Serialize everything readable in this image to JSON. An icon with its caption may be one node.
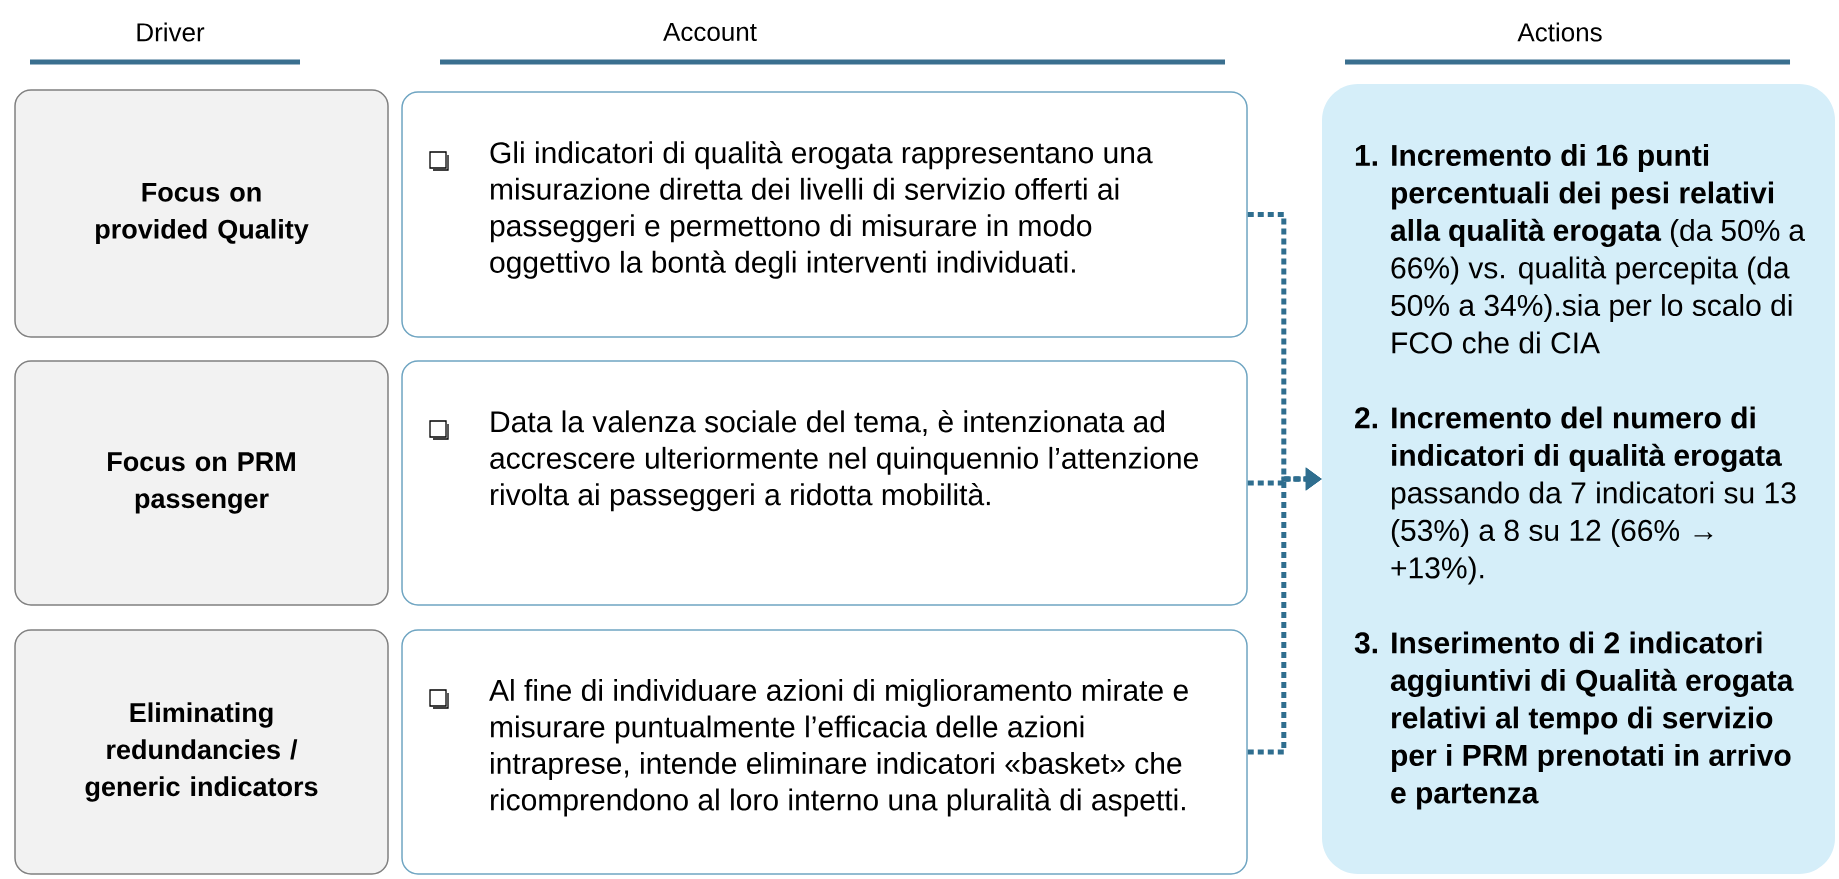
{
  "diagram": {
    "nodes": [
      {
        "text": [
          "Focus on provided Quality"
        ]
      },
      {
        "text": [
          "Focus on PRM passenger"
        ]
      },
      {
        "text": [
          "Eliminating redundancies / generic indicators"
        ]
      },
      {
        "text": [
          "Gli indicatori di qualità erogata rappresentano una misurazione diretta dei livelli di servizio offerti ai passeggeri e permettono di misurare in modo oggettivo la bontà degli interventi individuati."
        ]
      },
      {
        "text": [
          "Data la valenza sociale del tema, è intenzionata ad accrescere ulteriormente nel quinquennio l’attenzione rivolta ai passeggeri a ridotta mobilità."
        ]
      },
      {
        "text": [
          "Al fine di individuare azioni di miglioramento mirate e misurare puntualmente l’efficacia delle azioni intraprese, intende eliminare indicatori «basket» che ricomprendono al loro interno una pluralità di aspetti."
        ]
      },
      {
        "text": [
          "**1. Incremento di 16 punti percentuali dei pesi relativi alla qualità erogata** (da 50% a  66%) vs. qualità percepita (da 50% a 34%).sia per lo scalo di FCO che di CIA",
          "**2. Incremento del numero di indicatori di qualità erogata** passando da 7 indicatori su 13 (53%) a 8 su 12 (66% → +13%).",
          "**3. Inserimento di 2 indicatori aggiuntivi di Qualità erogata relativi al tempo di servizio per i PRM prenotati in arrivo e partenza**"
        ]
      }
    ],
    "edges": [
      {
        "from": 3,
        "to": 6,
        "arrow": "to",
        "style": "dashed"
      },
      {
        "from": 4,
        "to": 6,
        "arrow": "to",
        "style": "dashed"
      },
      {
        "from": 5,
        "to": 6,
        "arrow": "to",
        "style": "dashed"
      }
    ],
    "labels": [
      "Driver",
      "Account",
      "Actions"
    ]
  }
}
